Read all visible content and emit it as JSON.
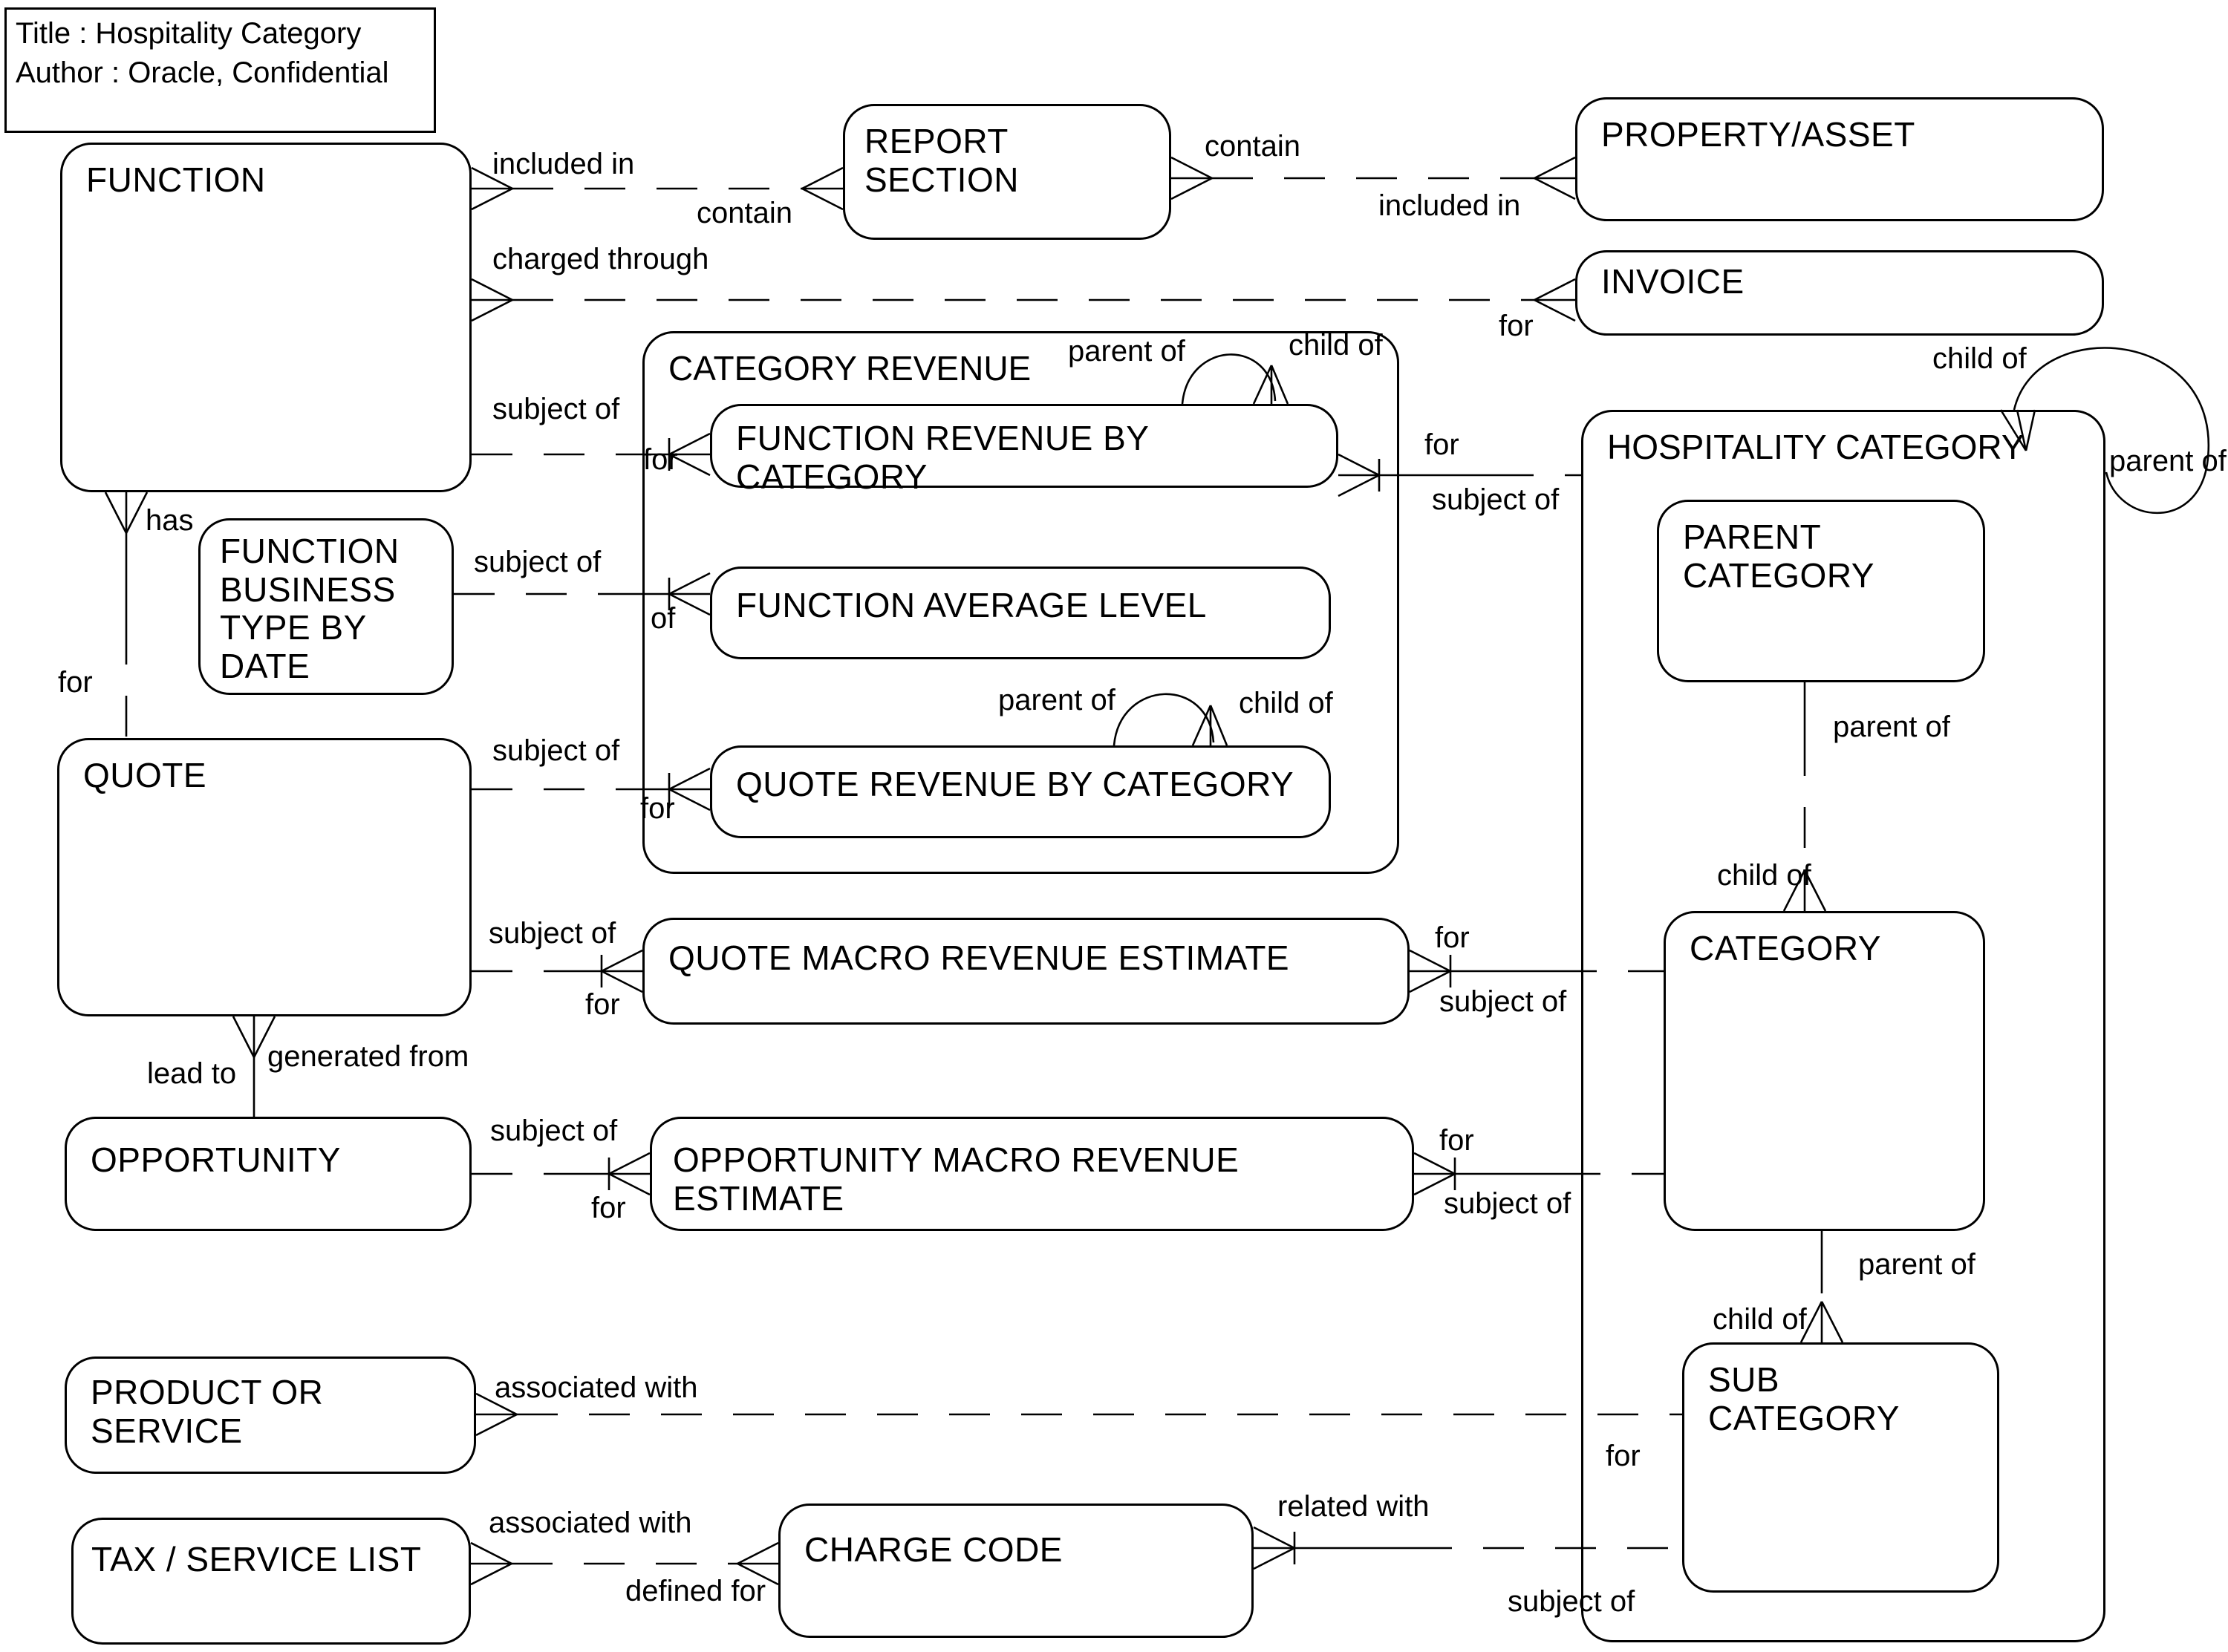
{
  "diagram": {
    "title_line1": "Title : Hospitality Category",
    "title_line2": "Author : Oracle, Confidential"
  },
  "entities": {
    "function": "FUNCTION",
    "report_section": "REPORT SECTION",
    "property_asset": "PROPERTY/ASSET",
    "invoice": "INVOICE",
    "category_revenue": "CATEGORY REVENUE",
    "function_revenue_by_category": "FUNCTION REVENUE BY CATEGORY",
    "function_business_type_by_date": "FUNCTION BUSINESS TYPE BY DATE",
    "function_average_level": "FUNCTION AVERAGE LEVEL",
    "quote_revenue_by_category": "QUOTE REVENUE BY CATEGORY",
    "quote": "QUOTE",
    "quote_macro_revenue_estimate": "QUOTE MACRO REVENUE ESTIMATE",
    "opportunity": "OPPORTUNITY",
    "opportunity_macro_revenue_estimate": "OPPORTUNITY MACRO REVENUE ESTIMATE",
    "product_or_service": "PRODUCT OR SERVICE",
    "tax_service_list": "TAX / SERVICE LIST",
    "charge_code": "CHARGE CODE",
    "hospitality_category": "HOSPITALITY CATEGORY",
    "parent_category": "PARENT CATEGORY",
    "category": "CATEGORY",
    "sub_category": "SUB CATEGORY"
  },
  "labels": {
    "included_in_function_report": "included in",
    "contain_function_report": "contain",
    "charged_through": "charged through",
    "contain_report_property": "contain",
    "included_in_report_property": "included in",
    "for_invoice": "for",
    "subject_of_function_frbc": "subject of",
    "for_function_frbc": "for",
    "parent_of_frbc": "parent of",
    "child_of_frbc": "child of",
    "for_frbc_hc": "for",
    "subject_of_frbc_hc": "subject of",
    "subject_of_fbtbd_fal": "subject of",
    "of_fbtbd_fal": "of",
    "has": "has",
    "for_function_quote": "for",
    "subject_of_quote_qrbc": "subject of",
    "for_quote_qrbc": "for",
    "parent_of_qrbc": "parent of",
    "child_of_qrbc": "child of",
    "subject_of_quote_qmre": "subject of",
    "for_quote_qmre": "for",
    "for_qmre_category": "for",
    "subject_of_qmre_category": "subject of",
    "lead_to": "lead to",
    "generated_from": "generated from",
    "subject_of_opp_omre": "subject of",
    "for_opp_omre": "for",
    "for_omre_category": "for",
    "subject_of_omre_category": "subject of",
    "associated_with_product": "associated with",
    "for_product_sub": "for",
    "associated_with_tax": "associated with",
    "defined_for": "defined for",
    "related_with": "related with",
    "subject_of_charge_sub": "subject of",
    "child_of_hc": "child of",
    "parent_of_hc": "parent of",
    "parent_of_pc_cat": "parent of",
    "child_of_pc_cat": "child of",
    "parent_of_cat_sub": "parent of",
    "child_of_cat_sub": "child of"
  }
}
